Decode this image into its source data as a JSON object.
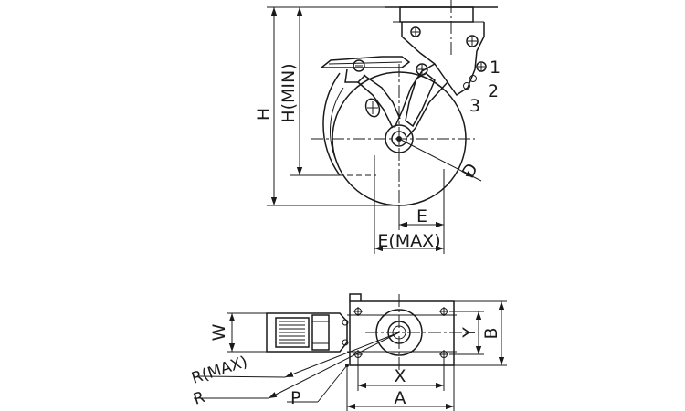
{
  "labels": {
    "H": "H",
    "H_MIN": "H(MIN)",
    "D": "D",
    "E": "E",
    "E_MAX": "E(MAX)",
    "part_1": "1",
    "part_2": "2",
    "part_3": "3",
    "W": "W",
    "R_MAX": "R(MAX)",
    "R": "R",
    "P": "P",
    "X": "X",
    "A": "A",
    "Y": "Y",
    "B": "B"
  },
  "colors": {
    "line": "#1a1a1a",
    "background": "#ffffff"
  }
}
